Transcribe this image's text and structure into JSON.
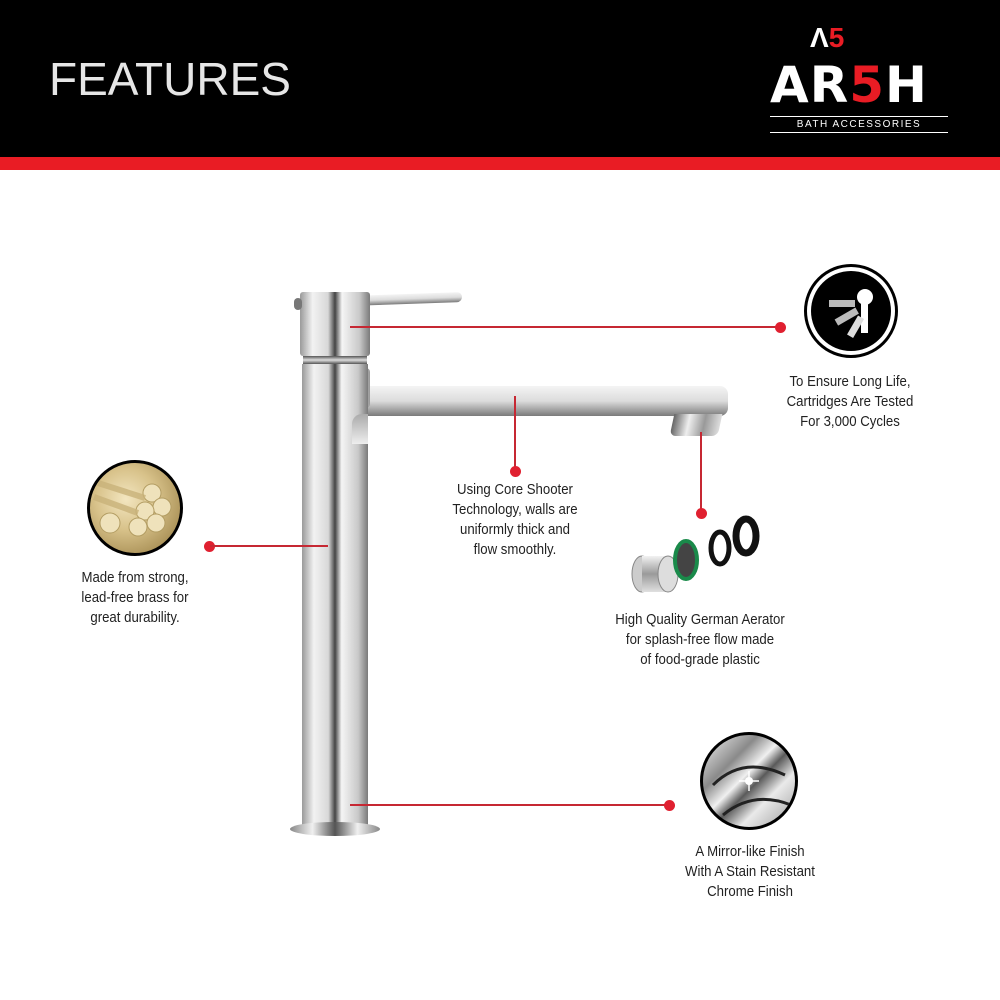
{
  "header": {
    "title": "FEATURES",
    "logo": {
      "mark_a": "Λ",
      "mark_five": "5",
      "word_ar": "AR",
      "word_5": "5",
      "word_h": "H",
      "tagline": "BATH ACCESSORIES"
    }
  },
  "colors": {
    "header_bg": "#000000",
    "accent_red": "#e91c24",
    "callout_line": "#c62833",
    "text": "#222222"
  },
  "features": [
    {
      "id": "cartridge",
      "icon": "shower-spray-icon",
      "text_lines": [
        "To Ensure Long Life,",
        "Cartridges Are Tested",
        "For 3,000 Cycles"
      ]
    },
    {
      "id": "core-shooter",
      "icon": "none",
      "text_lines": [
        "Using Core Shooter",
        "Technology, walls are",
        "uniformly thick and",
        "flow smoothly."
      ]
    },
    {
      "id": "brass",
      "icon": "brass-rods-image",
      "text_lines": [
        "Made from strong,",
        "lead-free brass for",
        "great durability."
      ]
    },
    {
      "id": "aerator",
      "icon": "aerator-parts-image",
      "text_lines": [
        "High Quality German Aerator",
        "for splash-free flow made",
        "of food-grade plastic"
      ]
    },
    {
      "id": "chrome",
      "icon": "chrome-finish-image",
      "text_lines": [
        "A Mirror-like Finish",
        "With A Stain Resistant",
        "Chrome Finish"
      ]
    }
  ]
}
